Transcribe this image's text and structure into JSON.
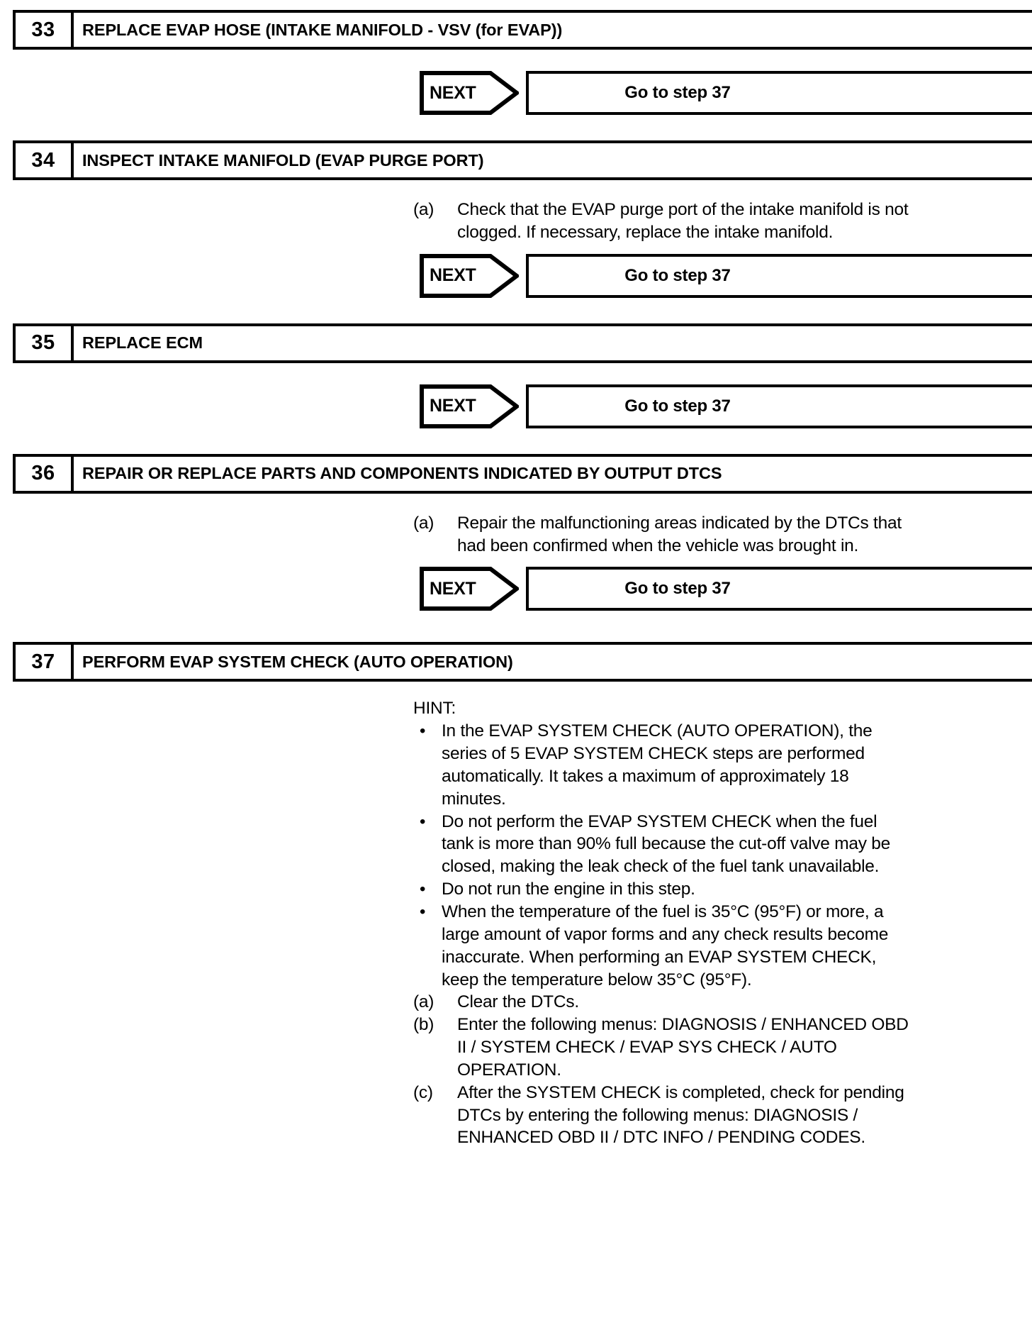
{
  "document": {
    "type": "diagnostic-flowchart",
    "steps": [
      {
        "number": "33",
        "title": "REPLACE EVAP HOSE (INTAKE MANIFOLD - VSV (for EVAP))",
        "next_label": "NEXT",
        "goto_text": "Go to step 37",
        "body": []
      },
      {
        "number": "34",
        "title": "INSPECT INTAKE MANIFOLD (EVAP PURGE PORT)",
        "next_label": "NEXT",
        "goto_text": "Go to step 37",
        "body": [
          {
            "marker": "(a)",
            "text": "Check that the EVAP purge port of the intake manifold is not clogged. If necessary, replace the intake manifold."
          }
        ]
      },
      {
        "number": "35",
        "title": "REPLACE ECM",
        "next_label": "NEXT",
        "goto_text": "Go to step 37",
        "body": []
      },
      {
        "number": "36",
        "title": "REPAIR OR REPLACE PARTS AND COMPONENTS INDICATED BY OUTPUT DTCS",
        "next_label": "NEXT",
        "goto_text": "Go to step 37",
        "body": [
          {
            "marker": "(a)",
            "text": "Repair the malfunctioning areas indicated by the DTCs that had been confirmed when the vehicle was brought in."
          }
        ]
      },
      {
        "number": "37",
        "title": "PERFORM EVAP SYSTEM CHECK (AUTO OPERATION)",
        "hint_label": "HINT:",
        "bullet_glyph": "•",
        "hints": [
          "In the EVAP SYSTEM CHECK (AUTO OPERATION), the series of 5 EVAP SYSTEM CHECK steps are performed automatically. It takes a maximum of approximately 18 minutes.",
          "Do not perform the EVAP SYSTEM CHECK when the fuel tank is more than 90% full because the cut-off valve may be closed, making the leak check of the fuel tank unavailable.",
          "Do not run the engine in this step.",
          "When the temperature of the fuel is 35°C (95°F) or more, a large amount of vapor forms and any check results become inaccurate. When performing an EVAP SYSTEM CHECK, keep the temperature below 35°C (95°F)."
        ],
        "body": [
          {
            "marker": "(a)",
            "text": "Clear the DTCs."
          },
          {
            "marker": "(b)",
            "text": "Enter the following menus: DIAGNOSIS / ENHANCED OBD II / SYSTEM CHECK / EVAP SYS CHECK / AUTO OPERATION."
          },
          {
            "marker": "(c)",
            "text": "After the SYSTEM CHECK is completed, check for pending DTCs by entering the following menus: DIAGNOSIS / ENHANCED OBD II / DTC INFO / PENDING CODES."
          }
        ]
      }
    ]
  },
  "colors": {
    "ink": "#000000",
    "paper": "#ffffff"
  }
}
